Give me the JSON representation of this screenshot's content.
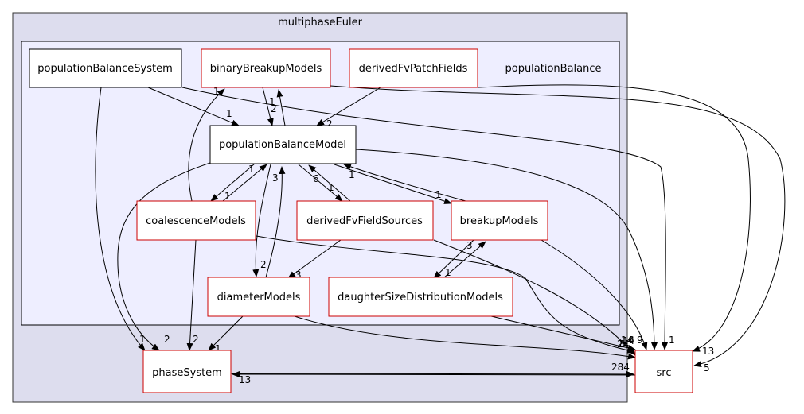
{
  "clusters": {
    "outer": "multiphaseEuler",
    "inner": "populationBalance"
  },
  "nodes": {
    "populationBalanceSystem": "populationBalanceSystem",
    "binaryBreakupModels": "binaryBreakupModels",
    "derivedFvPatchFields": "derivedFvPatchFields",
    "populationBalanceModel": "populationBalanceModel",
    "coalescenceModels": "coalescenceModels",
    "derivedFvFieldSources": "derivedFvFieldSources",
    "breakupModels": "breakupModels",
    "diameterModels": "diameterModels",
    "daughterSizeDistributionModels": "daughterSizeDistributionModels",
    "phaseSystem": "phaseSystem",
    "src": "src"
  },
  "edge_labels": {
    "pbs_pbm": "1",
    "pbs_phase": "1",
    "pbs_src": "1",
    "bbm_pbm": "2",
    "pbm_bbm": "1",
    "coal_bbm": "1",
    "dfpf_pbm": "2",
    "dfpf_src": "13",
    "bbm_src": "5",
    "pbm_coal": "1",
    "coal_pbm": "1",
    "pbm_diam": "2",
    "diam_pbm": "3",
    "pbm_dfs": "6",
    "dfs_pbm": "1",
    "pbm_break": "1",
    "break_pbm": "1",
    "pbm_phase": "2",
    "pbm_src": "9",
    "coal_phase": "2",
    "coal_src": "8",
    "dfs_diam": "3",
    "dfs_src": "14",
    "break_dsd": "1",
    "dsd_break": "3",
    "break_src": "6",
    "dsd_src": "14",
    "diam_phase": "1",
    "diam_src": "24",
    "phase_src": "284",
    "src_phase": "13"
  },
  "colors": {
    "outer_cluster_fill": "#ddddee",
    "outer_cluster_stroke": "#333333",
    "inner_cluster_fill": "#eeeeff",
    "inner_cluster_stroke": "#000000",
    "node_border_red": "#cc0000",
    "node_border_black": "#000000",
    "node_fill": "#ffffff"
  }
}
